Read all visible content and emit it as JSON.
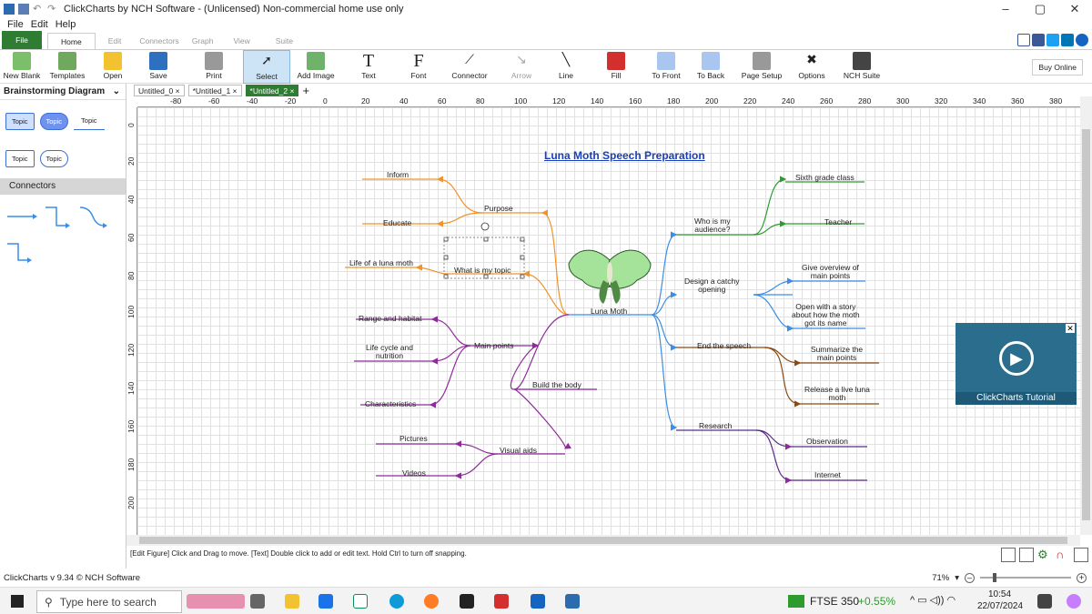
{
  "window": {
    "title": "ClickCharts by NCH Software - (Unlicensed) Non-commercial home use only",
    "controls": [
      "–",
      "▢",
      "✕"
    ]
  },
  "menubar": [
    "File",
    "Edit",
    "Help"
  ],
  "ribbon_tabs": [
    "File",
    "Home",
    "Edit",
    "Connectors",
    "Graph",
    "View",
    "Suite"
  ],
  "ribbon_buttons": [
    {
      "label": "New Blank"
    },
    {
      "label": "Templates"
    },
    {
      "label": "Open"
    },
    {
      "label": "Save"
    },
    {
      "label": "Print"
    },
    {
      "label": "Select"
    },
    {
      "label": "Add Image"
    },
    {
      "label": "Text"
    },
    {
      "label": "Font"
    },
    {
      "label": "Connector"
    },
    {
      "label": "Arrow"
    },
    {
      "label": "Line"
    },
    {
      "label": "Fill"
    },
    {
      "label": "To Front"
    },
    {
      "label": "To Back"
    },
    {
      "label": "Page Setup"
    },
    {
      "label": "Options"
    },
    {
      "label": "NCH Suite"
    }
  ],
  "buy_now": "Buy Online",
  "left_panel": {
    "dropdown": "Brainstorming Diagram",
    "topics": [
      "Topic",
      "Topic",
      "Topic",
      "Topic",
      "Topic"
    ],
    "connectors_header": "Connectors"
  },
  "doc_tabs": [
    {
      "label": "Untitled_0 ×"
    },
    {
      "label": "*Untitled_1 ×"
    },
    {
      "label": "*Untitled_2 ×"
    },
    {
      "label": "+"
    }
  ],
  "hruler_labels": [
    "-80",
    "-60",
    "-40",
    "-20",
    "0",
    "20",
    "40",
    "60",
    "80",
    "100",
    "120",
    "140",
    "160",
    "180",
    "200",
    "220",
    "240",
    "260",
    "280",
    "300",
    "320",
    "340",
    "360",
    "380"
  ],
  "vruler_labels": [
    "0",
    "20",
    "40",
    "60",
    "80",
    "100",
    "120",
    "140",
    "160",
    "180",
    "200"
  ],
  "diagram": {
    "title": "Luna Moth Speech Preparation",
    "center": "Luna Moth",
    "nodes": {
      "purpose": "Purpose",
      "inform": "Inform",
      "educate": "Educate",
      "what_topic": "What is my topic",
      "life_luna": "Life of a luna moth",
      "main_points": "Main points",
      "range": "Range and habitat",
      "lifecycle_1": "Life cycle and",
      "lifecycle_2": "nutrition",
      "characteristics": "Characteristics",
      "build_body": "Build the body",
      "visual_aids": "Visual aids",
      "pictures": "Pictures",
      "videos": "Videos",
      "who_1": "Who is my",
      "who_2": "audience?",
      "sixth": "Sixth grade class",
      "teacher": "Teacher",
      "design_1": "Design a catchy",
      "design_2": "opening",
      "overview_1": "Give overview of",
      "overview_2": "main points",
      "story_1": "Open with a story",
      "story_2": "about how the moth",
      "story_3": "got its name",
      "end": "End the speech",
      "summarize_1": "Summarize the",
      "summarize_2": "main points",
      "release_1": "Release a live luna",
      "release_2": "moth",
      "research": "Research",
      "observation": "Observation",
      "internet": "Internet"
    }
  },
  "status_text": "[Edit Figure] Click and Drag to move.  [Text] Double click to add or edit text.  Hold Ctrl to turn off snapping.",
  "version": "ClickCharts v 9.34 © NCH Software",
  "zoom": "71%",
  "tutorial_label": "ClickCharts Tutorial",
  "taskbar": {
    "search_placeholder": "Type here to search",
    "ticker": "FTSE 350",
    "ticker_change": "+0.55%",
    "time": "10:54",
    "date": "22/07/2024"
  },
  "colors": {
    "orange": "#f0932b",
    "purple": "#8e2a9a",
    "blue": "#3a8ee6",
    "green": "#2e9b2e",
    "brown": "#8a4a12",
    "accent_green": "#2e7d32"
  }
}
